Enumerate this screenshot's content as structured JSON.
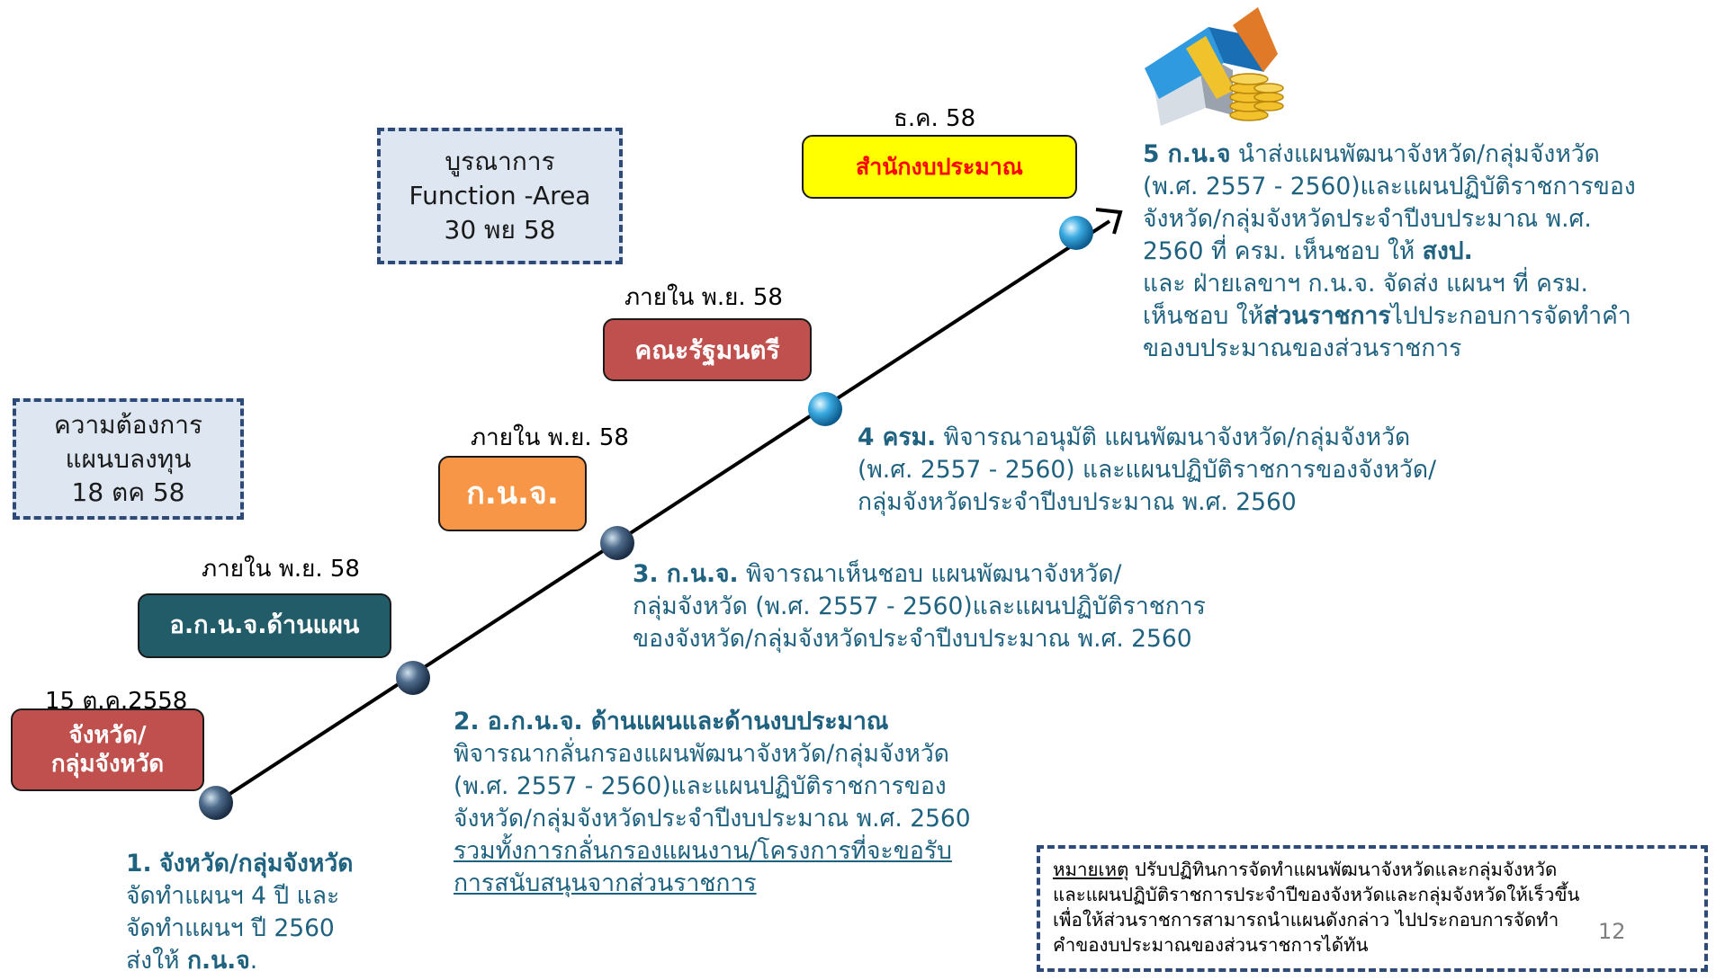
{
  "steps": [
    {
      "date": "15 ต.ค.2558",
      "agency_line1": "จังหวัด/",
      "agency_line2": "กลุ่มจังหวัด",
      "agency_color": "#c0504d",
      "num": "1.",
      "title": "จังหวัด/กลุ่มจังหวัด",
      "lines": [
        "จัดทำแผนฯ 4 ปี และ",
        "จัดทำแผนฯ ปี 2560"
      ],
      "last_prefix": "ส่งให้ ",
      "last_bold": "ก.น.จ",
      "last_suffix": "."
    },
    {
      "date": "ภายใน พ.ย. 58",
      "agency": "อ.ก.น.จ.ด้านแผน",
      "agency_color": "#215c68",
      "title": "2. อ.ก.น.จ. ด้านแผนและด้านงบประมาณ",
      "lines": [
        "พิจารณากลั่นกรองแผนพัฒนาจังหวัด/กลุ่มจังหวัด",
        "(พ.ศ. 2557 - 2560)และแผนปฏิบัติราชการของ",
        "จังหวัด/กลุ่มจังหวัดประจำปีงบประมาณ พ.ศ. 2560"
      ],
      "underlined": [
        "รวมทั้งการกลั่นกรองแผนงาน/โครงการที่จะขอรับ",
        "การสนับสนุนจากส่วนราชการ"
      ]
    },
    {
      "date": "ภายใน พ.ย. 58",
      "agency": "ก.น.จ.",
      "agency_color": "#f79646",
      "title": "3.  ก.น.จ.",
      "first": " พิจารณาเห็นชอบ แผนพัฒนาจังหวัด/",
      "lines": [
        "กลุ่มจังหวัด (พ.ศ. 2557 - 2560)และแผนปฏิบัติราชการ",
        "ของจังหวัด/กลุ่มจังหวัดประจำปีงบประมาณ พ.ศ. 2560"
      ]
    },
    {
      "date": "ภายใน พ.ย. 58",
      "agency": "คณะรัฐมนตรี",
      "agency_color": "#c0504d",
      "title": "4  ครม.",
      "first": " พิจารณาอนุมัติ แผนพัฒนาจังหวัด/กลุ่มจังหวัด",
      "lines": [
        "(พ.ศ. 2557 - 2560) และแผนปฏิบัติราชการของจังหวัด/",
        "กลุ่มจังหวัดประจำปีงบประมาณ พ.ศ. 2560"
      ]
    },
    {
      "date": "ธ.ค. 58",
      "agency": "สำนักงบประมาณ",
      "agency_color": "#ffff00",
      "agency_text_color": "#ff0000",
      "title": "5 ก.น.จ",
      "first": " นำส่งแผนพัฒนาจังหวัด/กลุ่มจังหวัด",
      "lines": [
        "(พ.ศ. 2557 - 2560)และแผนปฏิบัติราชการของ",
        "จังหวัด/กลุ่มจังหวัดประจำปีงบประมาณ พ.ศ."
      ],
      "line4_prefix": "2560 ที่ ครม. เห็นชอบ ให้ ",
      "line4_bold": "สงป.",
      "line5": "และ ฝ่ายเลขาฯ ก.น.จ. จัดส่ง แผนฯ ที่ ครม.",
      "line6_prefix": "เห็นชอบ ให้",
      "line6_bold": "ส่วนราชการ",
      "line6_suffix": "ไปประกอบการจัดทำคำ",
      "line7": "ของบประมาณของส่วนราชการ"
    }
  ],
  "side_boxes": [
    {
      "lines": [
        "ความต้องการ",
        "แผนบลงทุน",
        "18 ตค 58"
      ]
    },
    {
      "lines": [
        "บูรณาการ",
        "Function -Area",
        "30 พย 58"
      ]
    }
  ],
  "note": {
    "label": "หมายเหตุ",
    "first": " ปรับปฏิทินการจัดทำแผนพัฒนาจังหวัดและกลุ่มจังหวัด",
    "lines": [
      "และแผนปฏิบัติราชการประจำปีของจังหวัดและกลุ่มจังหวัดให้เร็วขึ้น",
      "เพื่อให้ส่วนราชการสามารถนำแผนดังกล่าว ไปประกอบการจัดทำ",
      "คำของบประมาณของส่วนราชการได้ทัน"
    ]
  },
  "page_number": "12",
  "colors": {
    "text_teal": "#1f6280",
    "dashed_border": "#2e4a78",
    "dashed_fill": "#dde6f1"
  }
}
